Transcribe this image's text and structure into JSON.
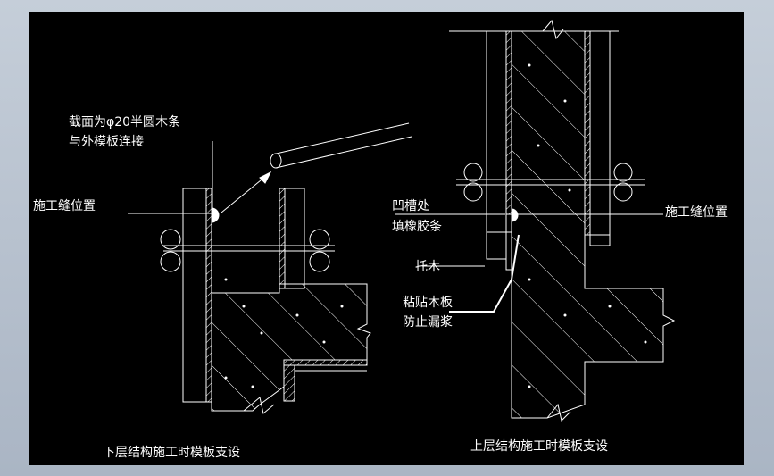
{
  "colors": {
    "background": "#000000",
    "linework": "#ffffff",
    "frame": "#bcc6d4"
  },
  "left_drawing": {
    "caption": "下层结构施工时模板支设",
    "labels": {
      "strip_line1": "截面为φ20半圆木条",
      "strip_line2": "与外模板连接",
      "joint": "施工缝位置"
    }
  },
  "right_drawing": {
    "caption": "上层结构施工时模板支设",
    "labels": {
      "groove_line1": "凹槽处",
      "groove_line2": "填橡胶条",
      "joint": "施工缝位置",
      "support": "托木",
      "board_line1": "粘贴木板",
      "board_line2": "防止漏浆"
    }
  }
}
